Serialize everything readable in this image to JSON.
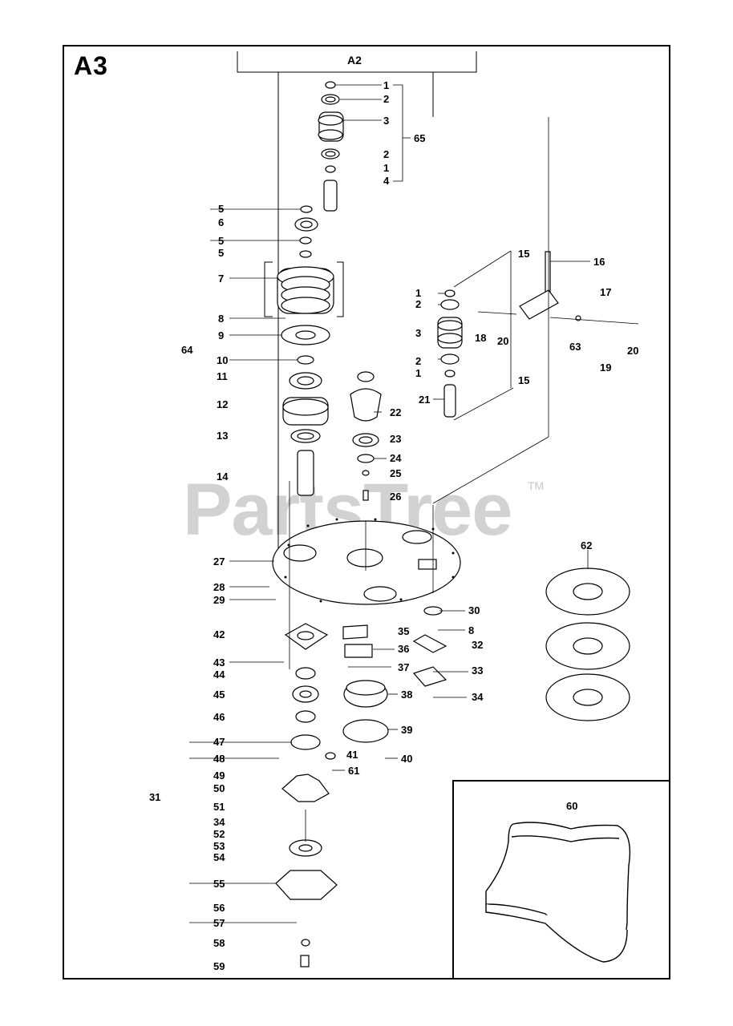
{
  "page_code": "A3",
  "assembly_ref": "A2",
  "watermark": "PartsTree",
  "watermark_tm": "TM",
  "inset_label": "60",
  "callouts": [
    "1",
    "2",
    "3",
    "65",
    "2",
    "1",
    "4",
    "5",
    "6",
    "5",
    "5",
    "7",
    "8",
    "9",
    "64",
    "10",
    "11",
    "12",
    "13",
    "14",
    "15",
    "16",
    "17",
    "1",
    "2",
    "18",
    "20",
    "3",
    "63",
    "20",
    "19",
    "2",
    "1",
    "15",
    "21",
    "22",
    "23",
    "24",
    "25",
    "26",
    "27",
    "28",
    "29",
    "30",
    "8",
    "32",
    "42",
    "35",
    "36",
    "43",
    "44",
    "37",
    "33",
    "45",
    "38",
    "34",
    "46",
    "47",
    "39",
    "48",
    "41",
    "40",
    "61",
    "49",
    "50",
    "31",
    "51",
    "34",
    "52",
    "53",
    "54",
    "55",
    "56",
    "57",
    "58",
    "59",
    "62"
  ]
}
